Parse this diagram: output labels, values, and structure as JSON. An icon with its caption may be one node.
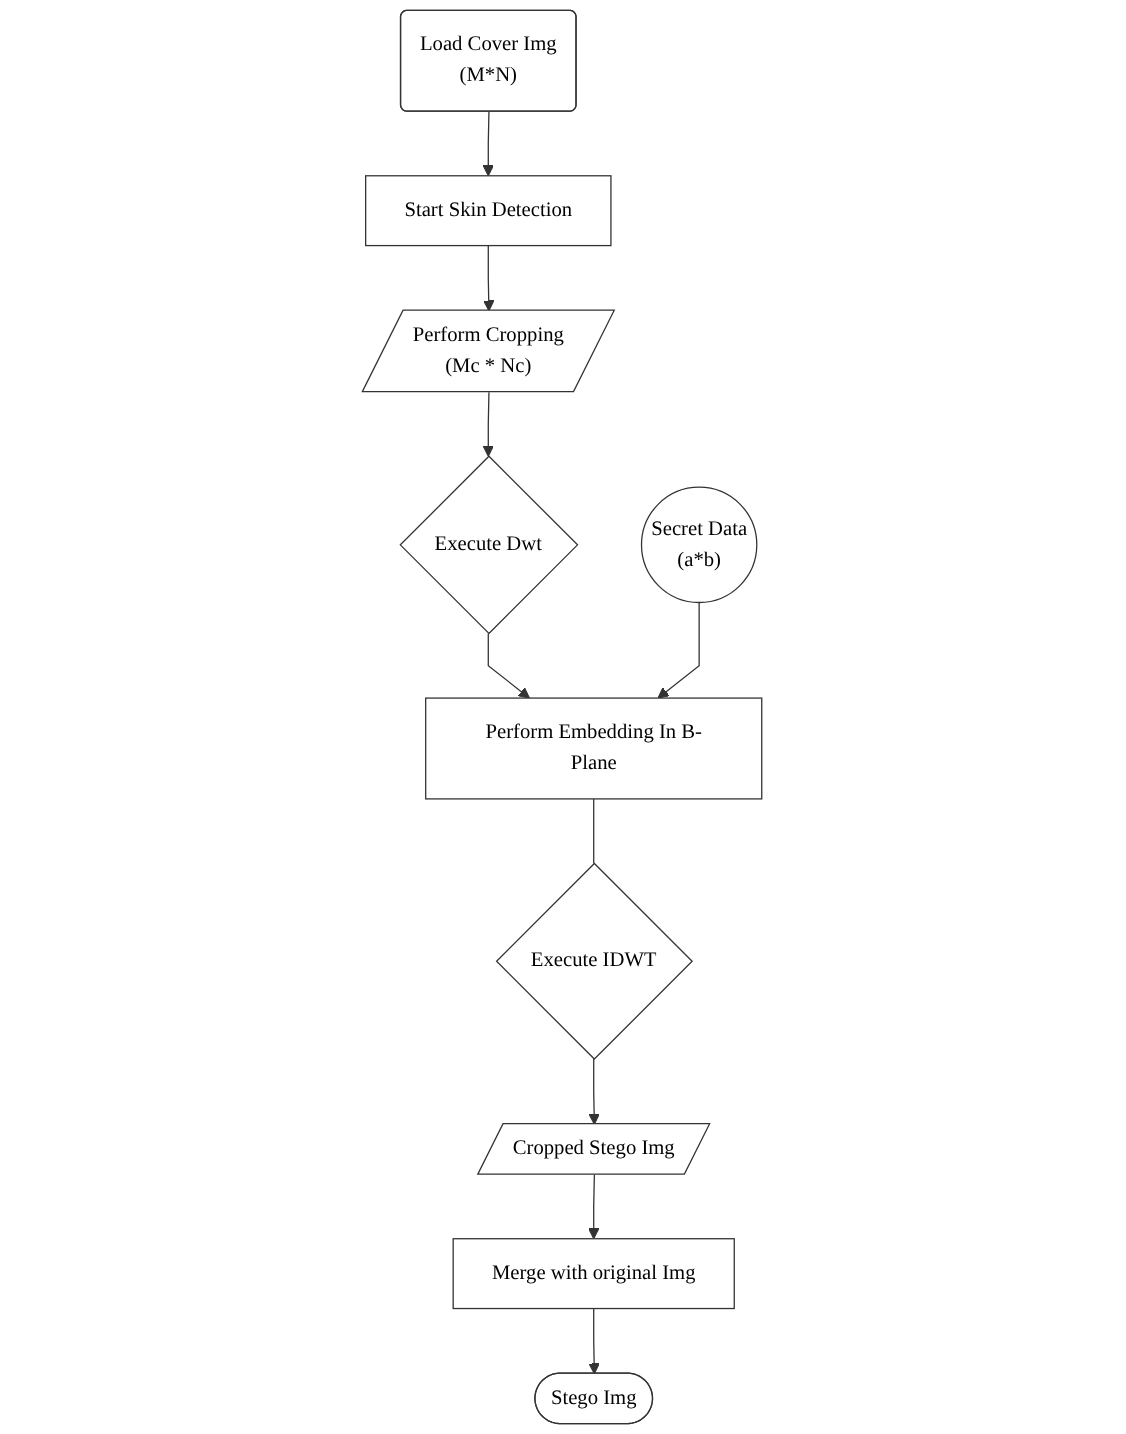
{
  "diagram": {
    "nodes": [
      {
        "text": [
          "Load Cover Img",
          "(M*N)"
        ]
      },
      {
        "text": [
          "Start Skin Detection"
        ]
      },
      {
        "text": [
          "Perform Cropping",
          "(Mc * Nc)"
        ]
      },
      {
        "text": [
          "Execute Dwt"
        ]
      },
      {
        "text": [
          "Perform Embedding In B-Plane"
        ]
      },
      {
        "text": [
          "Secret Data",
          "(a*b)"
        ]
      },
      {
        "text": [
          "Execute IDWT"
        ]
      },
      {
        "text": [
          "Cropped Stego Img"
        ]
      },
      {
        "text": [
          "Merge with original Img"
        ]
      },
      {
        "text": [
          "Stego Img"
        ]
      }
    ],
    "edges": [
      {
        "from": 0,
        "to": 1,
        "arrow": "to"
      },
      {
        "from": 1,
        "to": 2,
        "arrow": "to"
      },
      {
        "from": 2,
        "to": 3,
        "arrow": "to"
      },
      {
        "from": 3,
        "to": 4,
        "arrow": "to"
      },
      {
        "from": 5,
        "to": 4,
        "arrow": "to"
      },
      {
        "from": 4,
        "to": 6,
        "arrow": "none"
      },
      {
        "from": 6,
        "to": 7,
        "arrow": "to"
      },
      {
        "from": 7,
        "to": 8,
        "arrow": "to"
      },
      {
        "from": 8,
        "to": 9,
        "arrow": "to"
      }
    ]
  }
}
